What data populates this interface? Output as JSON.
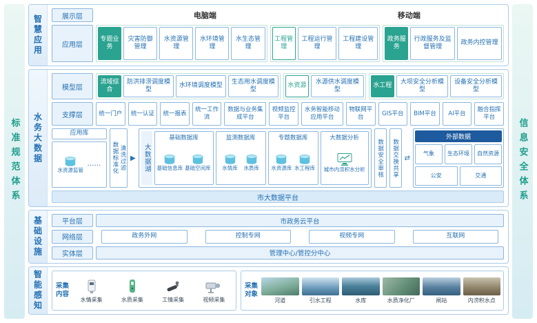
{
  "frame": {
    "left_bar": "标准规范体系",
    "right_bar": "信息安全体系"
  },
  "app_section": {
    "label": "智慧应用",
    "display_layer": "展示层",
    "pc": "电脑端",
    "mobile": "移动端",
    "app_layer": "应用层",
    "groups": [
      {
        "head": "专题业务",
        "items": [
          "灾害防御管理",
          "水资源管理",
          "水环境管理",
          "水生态管理"
        ]
      },
      {
        "head": "工程管理",
        "items": [
          "工程运行管理",
          "工程建设管理"
        ]
      },
      {
        "head": "政务服务",
        "items": [
          "行政服务及监督管理",
          "政务内控管理"
        ]
      }
    ]
  },
  "data_section": {
    "label": "水务大数据",
    "model_layer": "模型层",
    "model_groups": [
      {
        "head": "流域综合",
        "items": [
          "防洪排涝调度模型",
          "水环境调度模型",
          "生态用水调度模型"
        ]
      },
      {
        "head": "水资源",
        "items": [
          "水源供水调度模型"
        ]
      },
      {
        "head": "水工程",
        "items": [
          "大坝安全分析模型",
          "设备安全分析模型"
        ]
      }
    ],
    "support_layer": "支撑层",
    "support_items": [
      "统一门户",
      "统一认证",
      "统一报表",
      "统一工作流",
      "数据与业务集成平台",
      "视频监控平台",
      "水务智能移动应用平台",
      "物联网平台",
      "GIS平台",
      "BIM平台",
      "AI平台",
      "融合指挥平台"
    ],
    "app_db": {
      "title": "应用库",
      "item": "水资源监管",
      "more": "……"
    },
    "clean_line1": "数据标准化",
    "clean_line2": "清洗过滤",
    "lake": {
      "label": "大数据湖",
      "base": {
        "title": "基础数据库",
        "items": [
          "基础信息库",
          "基础空间库"
        ]
      },
      "monitor": {
        "title": "监测数据库",
        "items": [
          "水情库",
          "水质库"
        ]
      },
      "topic": {
        "title": "专题数据库",
        "items": [
          "水资源库",
          "水工程库"
        ]
      },
      "analysis": {
        "title": "大数据分析",
        "caption": "城市内涝积水分析"
      }
    },
    "audit": "数据安全审核",
    "exchange": "数据交换共享",
    "external": {
      "title": "外部数据",
      "items": [
        "气象",
        "生态环境",
        "自然资源",
        "公安",
        "交通"
      ]
    },
    "city_platform": "市大数据平台"
  },
  "infra_section": {
    "label": "基础设施",
    "platform_layer": "平台层",
    "platform_item": "市政务云平台",
    "network_layer": "网络层",
    "network_items": [
      "政务外网",
      "控制专网",
      "视频专网",
      "互联网"
    ],
    "entity_layer": "实体层",
    "entity_item": "管理中心/管控分中心"
  },
  "sense_section": {
    "label": "智能感知",
    "content": {
      "label": "采集内容",
      "items": [
        "水情采集",
        "水质采集",
        "工情采集",
        "视频采集"
      ]
    },
    "objects": {
      "label": "采集对象",
      "items": [
        "河道",
        "引水工程",
        "水库",
        "水质净化厂",
        "闸站",
        "内涝积水点"
      ]
    }
  }
}
